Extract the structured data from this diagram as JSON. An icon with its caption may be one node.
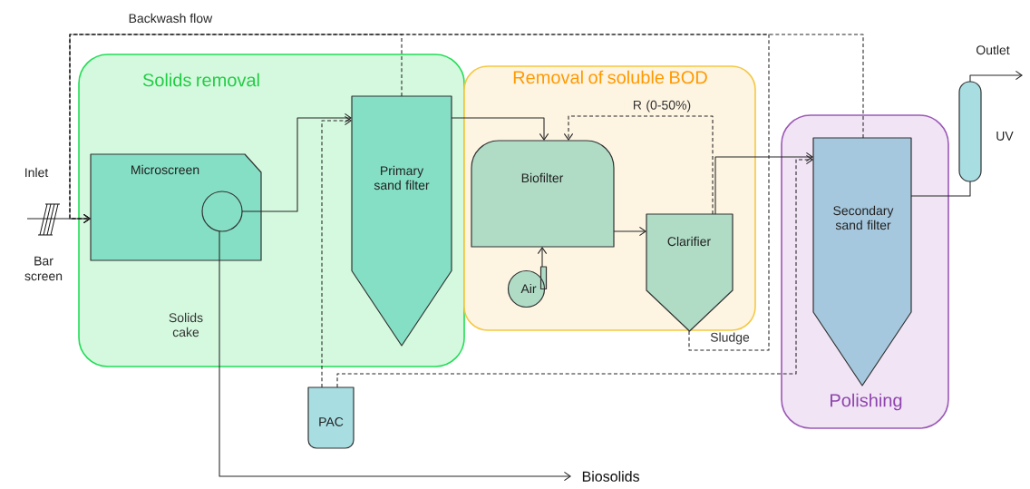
{
  "diagram": {
    "nodes": [
      {
        "text": [
          "Solids removal"
        ]
      },
      {
        "text": [
          "Removal of soluble BOD"
        ]
      },
      {
        "text": [
          "Polishing"
        ]
      },
      {
        "text": [
          "Microscreen"
        ],
        "in": 0
      },
      {
        "text": [
          "Primary sand filter"
        ],
        "in": 0
      },
      {
        "text": [
          "Biofilter"
        ],
        "in": 1
      },
      {
        "text": [
          "Clarifier"
        ],
        "in": 1
      },
      {
        "text": [
          "Air"
        ],
        "in": 1
      },
      {
        "text": [
          "Secondary sand filter"
        ],
        "in": 2
      },
      {
        "text": [
          "PAC"
        ]
      },
      {
        "text": [],
        "shape": "capsule",
        "beside": [
          "UV"
        ]
      },
      {
        "text": [
          "Biosolids"
        ]
      }
    ],
    "edges": [
      {
        "from": null,
        "to": 3,
        "arrow": "to"
      },
      {
        "from": 3,
        "to": 4,
        "arrow": "to"
      },
      {
        "from": 4,
        "to": 5,
        "arrow": "to"
      },
      {
        "from": 5,
        "to": 6,
        "arrow": "to"
      },
      {
        "from": 7,
        "to": 5,
        "arrow": "to"
      },
      {
        "from": 6,
        "to": 5,
        "arrow": "to",
        "label": "R (0-50%)",
        "style": "dashed"
      },
      {
        "from": 6,
        "to": 8,
        "arrow": "to"
      },
      {
        "from": 8,
        "to": 10,
        "arrow": "none"
      },
      {
        "from": 10,
        "to": null,
        "arrow": "to"
      },
      {
        "from": 3,
        "to": 11,
        "arrow": "to",
        "label": "Solids cake"
      },
      {
        "from": 4,
        "to": 3,
        "arrow": "to",
        "style": "dashed"
      },
      {
        "from": 6,
        "to": 3,
        "arrow": "to",
        "label": "Sludge",
        "style": "dashed"
      },
      {
        "from": 8,
        "to": 3,
        "arrow": "to",
        "style": "dashed"
      },
      {
        "from": 9,
        "to": 4,
        "arrow": "to",
        "style": "dashed"
      },
      {
        "from": 9,
        "to": 8,
        "arrow": "to",
        "style": "dashed"
      }
    ],
    "labels": [
      "Backwash flow",
      "Inlet",
      "Bar screen",
      "Outlet"
    ]
  }
}
